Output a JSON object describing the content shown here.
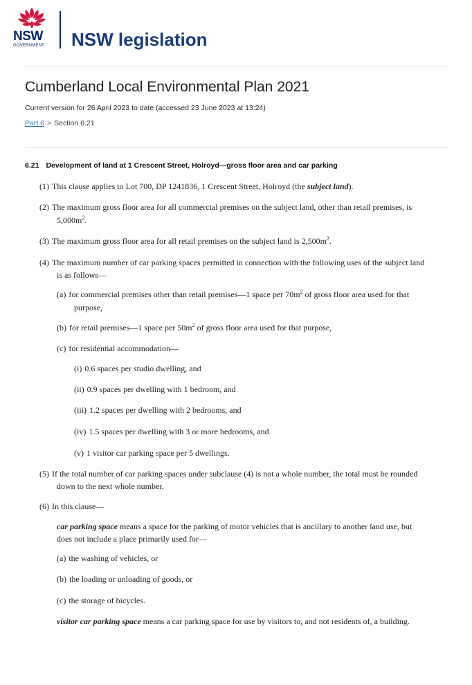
{
  "header": {
    "logo_text": "NSW",
    "logo_subtext": "GOVERNMENT",
    "site_title": "NSW legislation",
    "brand_red": "#d7153a",
    "brand_navy": "#002664"
  },
  "document": {
    "title": "Cumberland Local Environmental Plan 2021",
    "version": "Current version for 26 April 2023 to date (accessed 23 June 2023 at 13:24)",
    "breadcrumb": {
      "part_link": "Part 6",
      "separator": ">",
      "current": "Section 6.21"
    }
  },
  "section": {
    "number": "6.21",
    "heading": "Development of land at 1 Crescent Street, Holroyd—gross floor area and car parking",
    "c1": {
      "label": "(1)",
      "text_a": "This clause applies to Lot 700, DP 1241836, 1 Crescent Street, Holroyd (the ",
      "term": "subject land",
      "text_b": ")."
    },
    "c2": {
      "label": "(2)",
      "line1": "The maximum gross floor area for all commercial premises on the subject land, other than retail premises, is",
      "line2": "5,000m",
      "sup": "2",
      "end": "."
    },
    "c3": {
      "label": "(3)",
      "text": "The maximum gross floor area for all retail premises on the subject land is 2,500m",
      "sup": "2",
      "end": "."
    },
    "c4": {
      "label": "(4)",
      "line1": "The maximum number of car parking spaces permitted in connection with the following uses of the subject land",
      "line2": "is as follows—",
      "a": {
        "label": "(a)",
        "text_a": "for commercial premises other than retail premises—1 space per 70m",
        "sup": "2",
        "text_b": " of gross floor area used for that",
        "line2": "purpose,"
      },
      "b": {
        "label": "(b)",
        "text_a": "for retail premises—1 space per 50m",
        "sup": "2",
        "text_b": " of gross floor area used for that purpose,"
      },
      "c": {
        "label": "(c)",
        "text": "for residential accommodation—",
        "i": {
          "label": "(i)",
          "text": "0.6 spaces per studio dwelling, and"
        },
        "ii": {
          "label": "(ii)",
          "text": "0.9 spaces per dwelling with 1 bedroom, and"
        },
        "iii": {
          "label": "(iii)",
          "text": "1.2 spaces per dwelling with 2 bedrooms, and"
        },
        "iv": {
          "label": "(iv)",
          "text": "1.5 spaces per dwelling with 3 or more bedrooms, and"
        },
        "v": {
          "label": "(v)",
          "text": "1 visitor car parking space per 5 dwellings."
        }
      }
    },
    "c5": {
      "label": "(5)",
      "line1": "If the total number of car parking spaces under subclause (4) is not a whole number, the total must be rounded",
      "line2": "down to the next whole number."
    },
    "c6": {
      "label": "(6)",
      "text": "In this clause—",
      "def1": {
        "term": "car parking space",
        "line1": " means a space for the parking of motor vehicles that is ancillary to another land use, but",
        "line2": "does not include a place primarily used for—"
      },
      "a": {
        "label": "(a)",
        "text": "the washing of vehicles, or"
      },
      "b": {
        "label": "(b)",
        "text": "the loading or unloading of goods, or"
      },
      "c": {
        "label": "(c)",
        "text": "the storage of bicycles."
      },
      "def2": {
        "term": "visitor car parking space",
        "text": " means a car parking space for use by visitors to, and not residents of, a building."
      }
    }
  }
}
